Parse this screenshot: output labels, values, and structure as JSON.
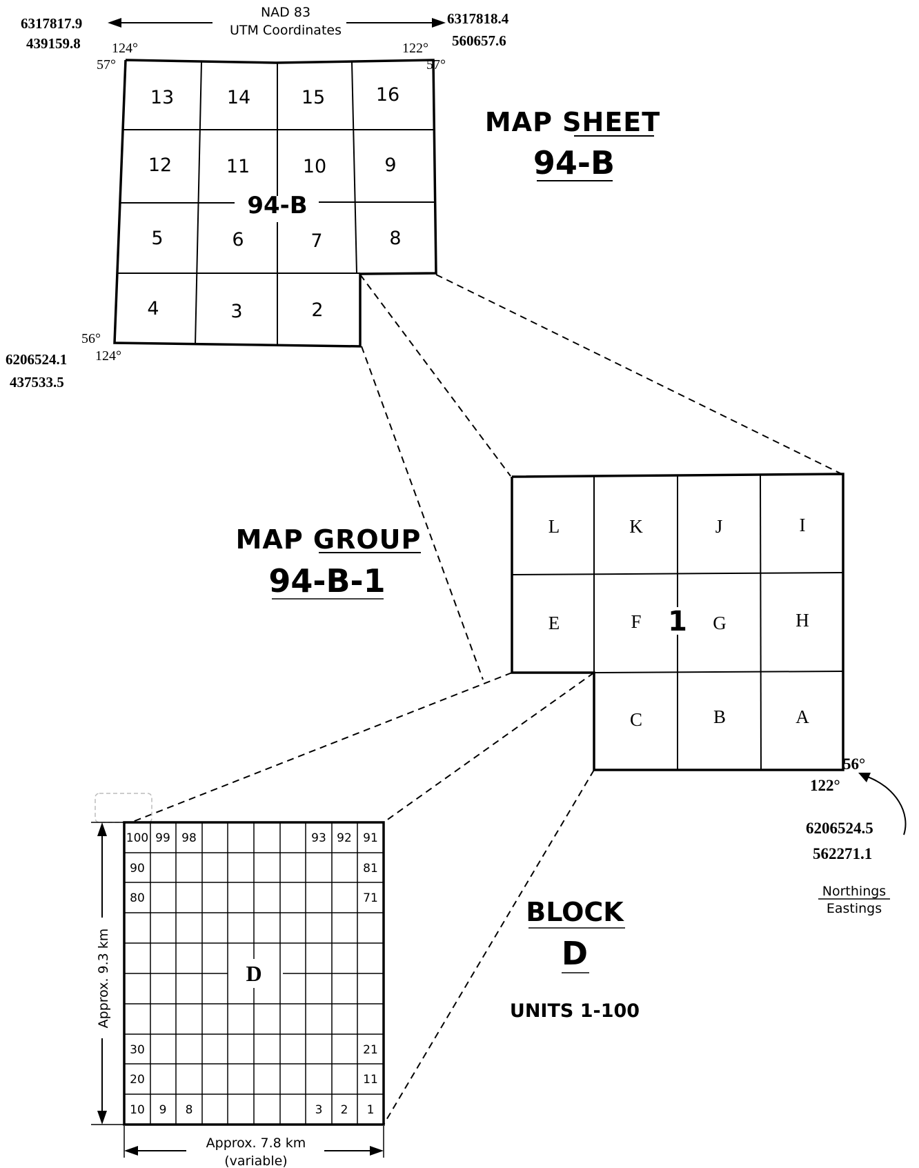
{
  "header": {
    "datum": "NAD 83",
    "datum_sub": "UTM Coordinates"
  },
  "corners": {
    "top_left_north": "6317817.9",
    "top_left_east": "439159.8",
    "top_right_north": "6317818.4",
    "top_right_east": "560657.6",
    "bottom_left_north": "6206524.1",
    "bottom_left_east": "437533.5",
    "bottom_right_north": "6206524.5",
    "bottom_right_east": "562271.1"
  },
  "degrees": {
    "lon_124": "124°",
    "lon_122": "122°",
    "lat_57": "57°",
    "lat_56": "56°"
  },
  "map_sheet": {
    "label_line1": "MAP SHEET",
    "label_line2": "94-B",
    "center_label": "94-B",
    "rows": [
      [
        "13",
        "14",
        "15",
        "16"
      ],
      [
        "12",
        "11",
        "10",
        "9"
      ],
      [
        "5",
        "6",
        "7",
        "8"
      ],
      [
        "4",
        "3",
        "2"
      ]
    ]
  },
  "map_group": {
    "label_line1": "MAP GROUP",
    "label_line2": "94-B-1",
    "center_label": "1",
    "rows": [
      [
        "L",
        "K",
        "J",
        "I"
      ],
      [
        "E",
        "F",
        "G",
        "H"
      ],
      [
        "C",
        "B",
        "A"
      ]
    ]
  },
  "block": {
    "label_line1": "BLOCK",
    "label_line2": "D",
    "units": "UNITS 1-100",
    "center_label": "D",
    "width_label": "Approx. 7.8 km",
    "width_note": "(variable)",
    "height_label": "Approx. 9.3 km",
    "units_top": [
      "100",
      "99",
      "98",
      "93",
      "92",
      "91"
    ],
    "units_bottom": [
      "10",
      "9",
      "8",
      "3",
      "2",
      "1"
    ],
    "units_left": [
      "90",
      "80",
      "30",
      "20"
    ],
    "units_right": [
      "81",
      "71",
      "21",
      "11"
    ]
  },
  "legend": {
    "northings": "Northings",
    "eastings": "Eastings"
  }
}
